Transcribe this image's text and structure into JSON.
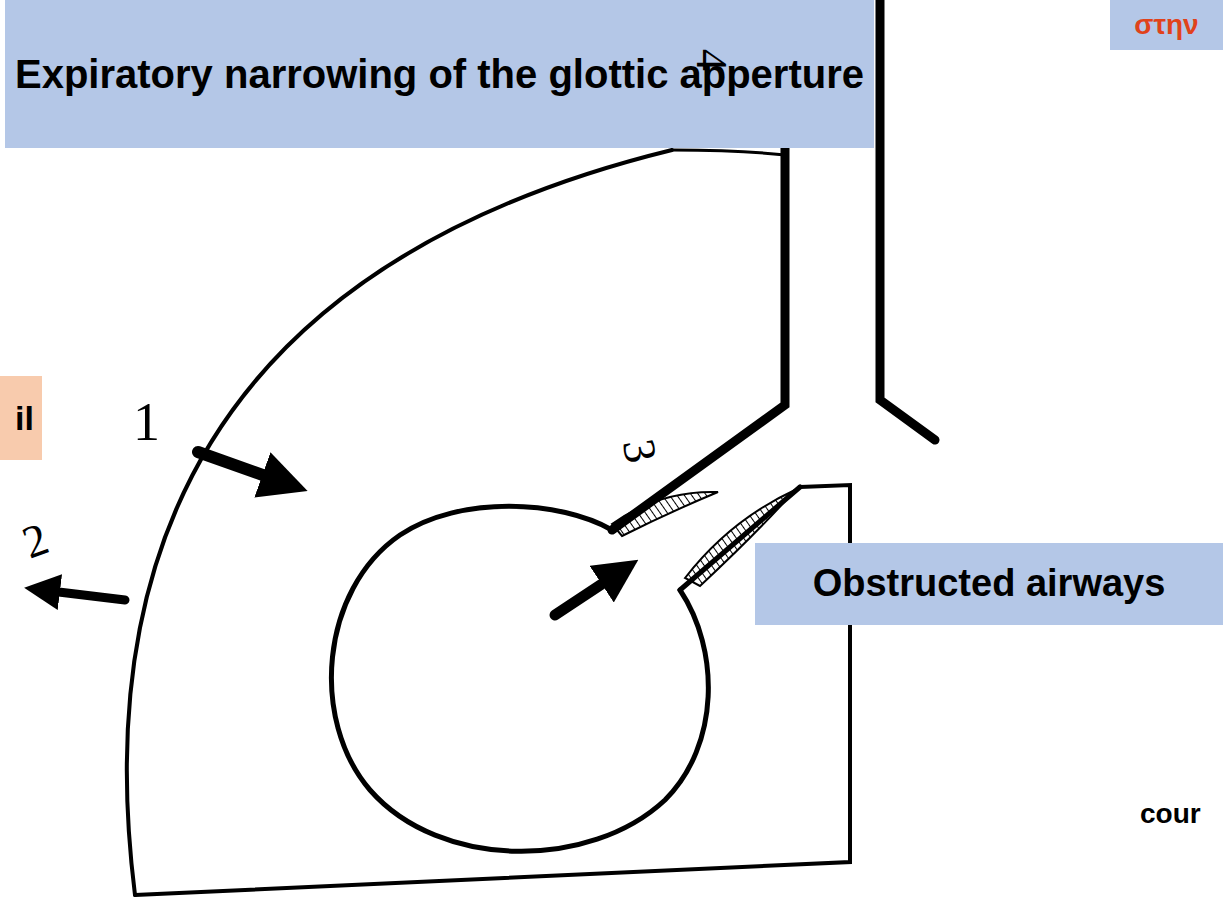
{
  "diagram": {
    "nodes": [
      {
        "text": [
          "Expiratory narrowing of the glottic apperture"
        ]
      },
      {
        "text": [
          "il"
        ]
      },
      {
        "text": [
          "Obstructed airways"
        ]
      },
      {
        "text": [
          "στην"
        ]
      }
    ],
    "labels": [
      "1",
      "2",
      "3",
      "4",
      "cour"
    ]
  }
}
